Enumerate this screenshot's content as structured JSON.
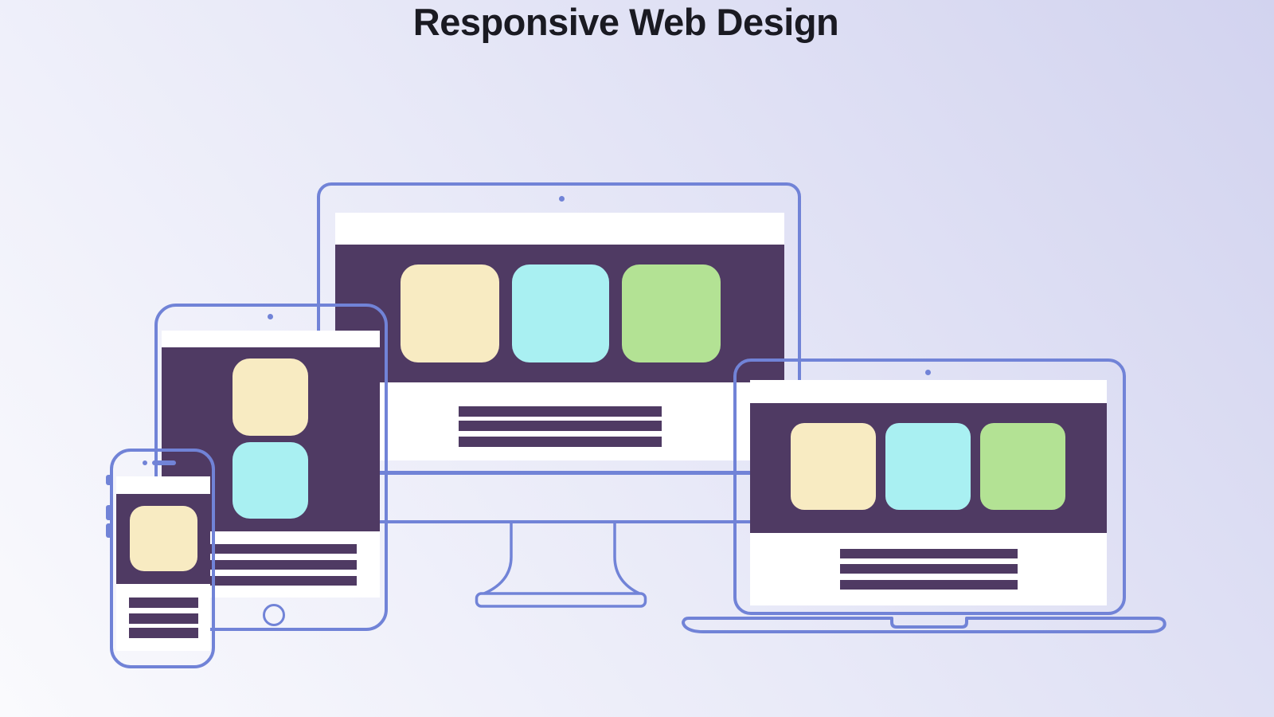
{
  "title": "Responsive Web Design",
  "palette": {
    "background_start": "#fafafd",
    "background_end": "#d2d3ef",
    "outline_blue": "#7183d7",
    "screen_dark_purple": "#4f3a63",
    "card_cream": "#f8ebc2",
    "card_cyan": "#a9f0f2",
    "card_green": "#b3e294",
    "screen_white": "#ffffff",
    "title_color": "#1a1a22"
  },
  "devices": [
    {
      "name": "desktop-monitor",
      "parts": [
        "camera-dot",
        "navbar",
        "hero",
        "stand"
      ],
      "cards": [
        "cream",
        "cyan",
        "green"
      ],
      "text_lines": 3
    },
    {
      "name": "laptop",
      "parts": [
        "camera-dot",
        "navbar",
        "hero",
        "base-with-notch"
      ],
      "cards": [
        "cream",
        "cyan",
        "green"
      ],
      "text_lines": 3
    },
    {
      "name": "tablet",
      "parts": [
        "camera-dot",
        "navbar",
        "hero",
        "home-button"
      ],
      "cards": [
        "cream",
        "cyan"
      ],
      "text_lines": 3
    },
    {
      "name": "smartphone",
      "parts": [
        "camera-dot",
        "speaker",
        "side-buttons",
        "navbar",
        "hero"
      ],
      "cards": [
        "cream"
      ],
      "text_lines": 3
    }
  ]
}
